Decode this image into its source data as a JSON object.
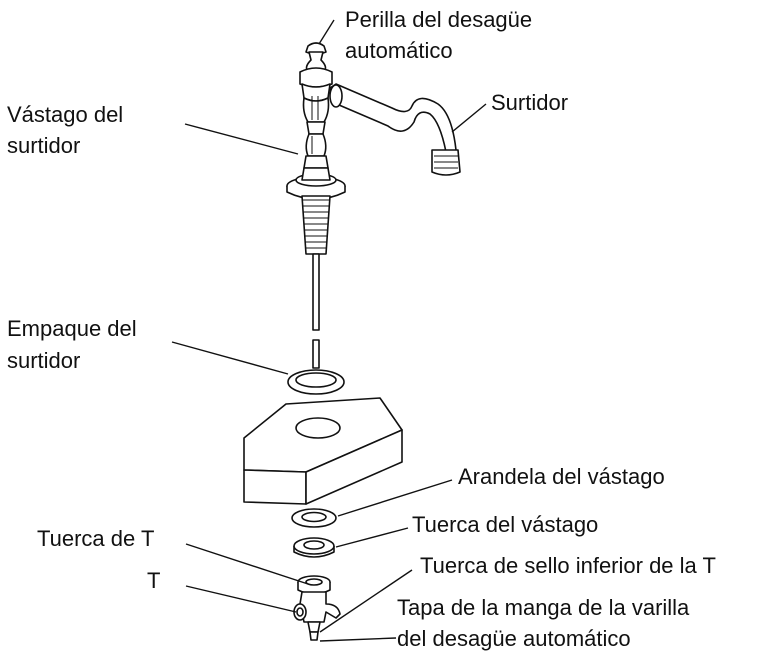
{
  "labels": {
    "drain_knob_l1": "Perilla del desagüe",
    "drain_knob_l2": "automático",
    "spout_shank_l1": "Vástago del",
    "spout_shank_l2": "surtidor",
    "spout": "Surtidor",
    "spout_gasket_l1": "Empaque del",
    "spout_gasket_l2": "surtidor",
    "shank_washer": "Arandela del vástago",
    "shank_nut": "Tuerca del vástago",
    "tee_nut": "Tuerca de T",
    "tee_seal_nut": "Tuerca de sello inferior de la T",
    "tee": "T",
    "rod_cap_l1": "Tapa de la manga de la varilla",
    "rod_cap_l2": "del desagüe automático"
  }
}
